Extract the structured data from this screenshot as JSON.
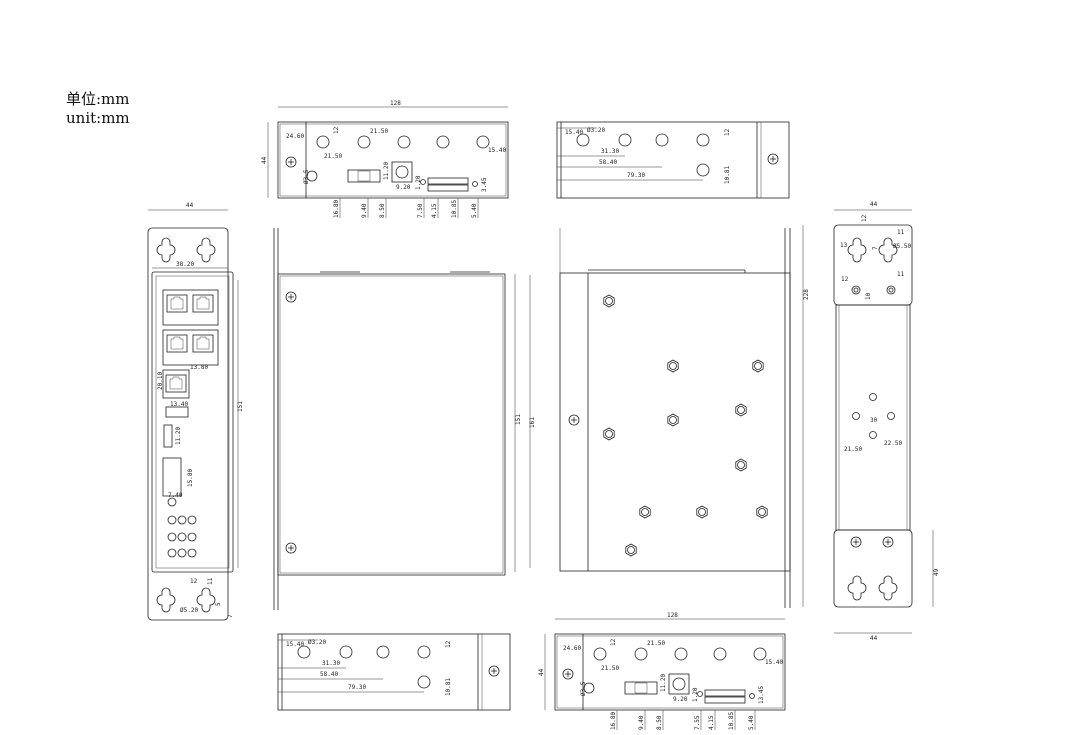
{
  "units": {
    "cn": "单位:mm",
    "en": "unit:mm"
  },
  "views": {
    "top_left": {
      "width": "128",
      "height": "44",
      "d1": "24.60",
      "d2": "12",
      "d3": "21.50",
      "d4": "21.50",
      "d5": "15.40",
      "d6": "Ø3.5",
      "d7": "11.20",
      "d8": "9.20",
      "d9": "1.20",
      "d10": "3.45",
      "b1": "16.80",
      "b2": "9.40",
      "b3": "8.50",
      "b4": "7.50",
      "b5": "4.15",
      "b6": "10.85",
      "b7": "5.40"
    },
    "top_right": {
      "d1": "15.40",
      "d2": "Ø3.20",
      "d3": "31.30",
      "d4": "58.40",
      "d5": "79.30",
      "d6": "12",
      "d7": "10.81"
    },
    "front": {
      "width": "44",
      "inner": "38.20",
      "height": "151",
      "d1": "13.80",
      "d2": "20.10",
      "d3": "13.40",
      "d4": "11.20",
      "d5": "15.80",
      "d6": "7.40",
      "d7": "12",
      "d8": "Ø5.20",
      "d9": "11",
      "d10": "5",
      "d11": "7"
    },
    "side_left": {
      "height": "151"
    },
    "side_right": {
      "height": "161"
    },
    "rear": {
      "width": "44",
      "height": "228",
      "d1": "13",
      "d2": "11",
      "d3": "Ø5.50",
      "d4": "12",
      "d5": "11",
      "d6": "10",
      "d7": "30",
      "d8": "22.50",
      "d9": "21.50",
      "d10": "49",
      "d11": "7",
      "d12": "12",
      "bottom_width": "44"
    },
    "bottom_left": {
      "d1": "15.40",
      "d2": "Ø3.20",
      "d3": "31.30",
      "d4": "58.40",
      "d5": "79.30",
      "d6": "12",
      "d7": "10.81"
    },
    "bottom_right": {
      "width": "128",
      "height": "44",
      "d1": "24.60",
      "d2": "12",
      "d3": "21.50",
      "d4": "21.50",
      "d5": "15.40",
      "d6": "Ø3.5",
      "d7": "11.20",
      "d8": "9.20",
      "d9": "1.20",
      "d10": "13.45",
      "b1": "16.80",
      "b2": "9.40",
      "b3": "8.50",
      "b4": "7.55",
      "b5": "4.15",
      "b6": "10.85",
      "b7": "5.40"
    }
  }
}
